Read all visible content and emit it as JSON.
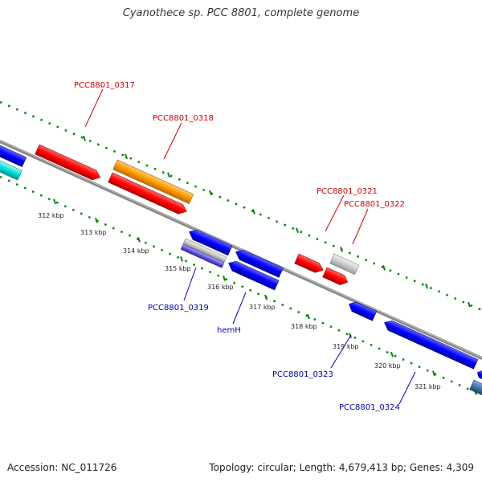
{
  "title": "Cyanothece sp. PCC 8801, complete genome",
  "footer": {
    "accession": "Accession: NC_011726",
    "topology": "Topology: circular; Length: 4,679,413 bp; Genes: 4,309"
  },
  "kbp_labels": [
    "312 kbp",
    "313 kbp",
    "314 kbp",
    "315 kbp",
    "316 kbp",
    "317 kbp",
    "318 kbp",
    "319 kbp",
    "320 kbp",
    "321 kbp"
  ],
  "genes": [
    {
      "label": "PCC8801_0317",
      "color": "#cc0000",
      "strand": "forward"
    },
    {
      "label": "PCC8801_0318",
      "color": "#cc0000",
      "strand": "forward"
    },
    {
      "label": "PCC8801_0321",
      "color": "#cc0000",
      "strand": "forward"
    },
    {
      "label": "PCC8801_0322",
      "color": "#cc0000",
      "strand": "forward"
    },
    {
      "label": "PCC8801_0319",
      "color": "#0000aa",
      "strand": "reverse"
    },
    {
      "label": "hemH",
      "color": "#0000aa",
      "strand": "reverse"
    },
    {
      "label": "PCC8801_0323",
      "color": "#0000aa",
      "strand": "reverse"
    },
    {
      "label": "PCC8801_0324",
      "color": "#0000aa",
      "strand": "reverse"
    }
  ],
  "colors": {
    "forward_gene": "#ff0000",
    "reverse_gene": "#0000ff",
    "rna_gene": "#ff9900",
    "pseudo_gene": "#cccccc",
    "backbone": "#888888",
    "tick": "#008800"
  }
}
